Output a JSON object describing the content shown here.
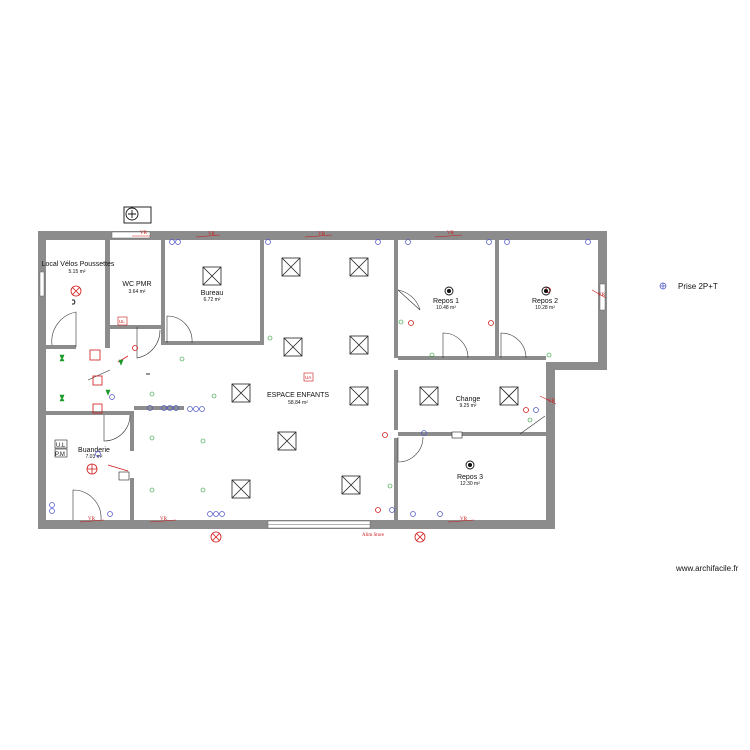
{
  "rooms": {
    "local_velos": {
      "name": "Local Vélos Poussettes",
      "area": "5.15 m²"
    },
    "wc_pmr": {
      "name": "WC PMR",
      "area": "3.64 m²"
    },
    "bureau": {
      "name": "Bureau",
      "area": "6.72 m²"
    },
    "espace_enfants": {
      "name": "ESPACE ENFANTS",
      "area": "58.84 m²"
    },
    "repos1": {
      "name": "Repos 1",
      "area": "10.48 m²"
    },
    "repos2": {
      "name": "Repos 2",
      "area": "10.28 m²"
    },
    "change": {
      "name": "Change",
      "area": "9.25 m²"
    },
    "repos3": {
      "name": "Repos 3",
      "area": "12.30 m²"
    },
    "buanderie": {
      "name": "Buanderie",
      "area": "7.03 m²"
    }
  },
  "labels": {
    "vr": "VR",
    "alim_store": "Alim Store",
    "ul": "UL",
    "ul_dotted": "U.L",
    "pm": "P.M",
    "ua": "UA"
  },
  "legend": {
    "symbol": "socket-2p-t-icon",
    "text": "Prise 2P+T"
  },
  "credit": "www.archifacile.fr",
  "colors": {
    "wall": "#8c8c8c",
    "blue_symbol": "#4b55c8",
    "red_symbol": "#d01818",
    "green_symbol": "#1a9a2a"
  }
}
